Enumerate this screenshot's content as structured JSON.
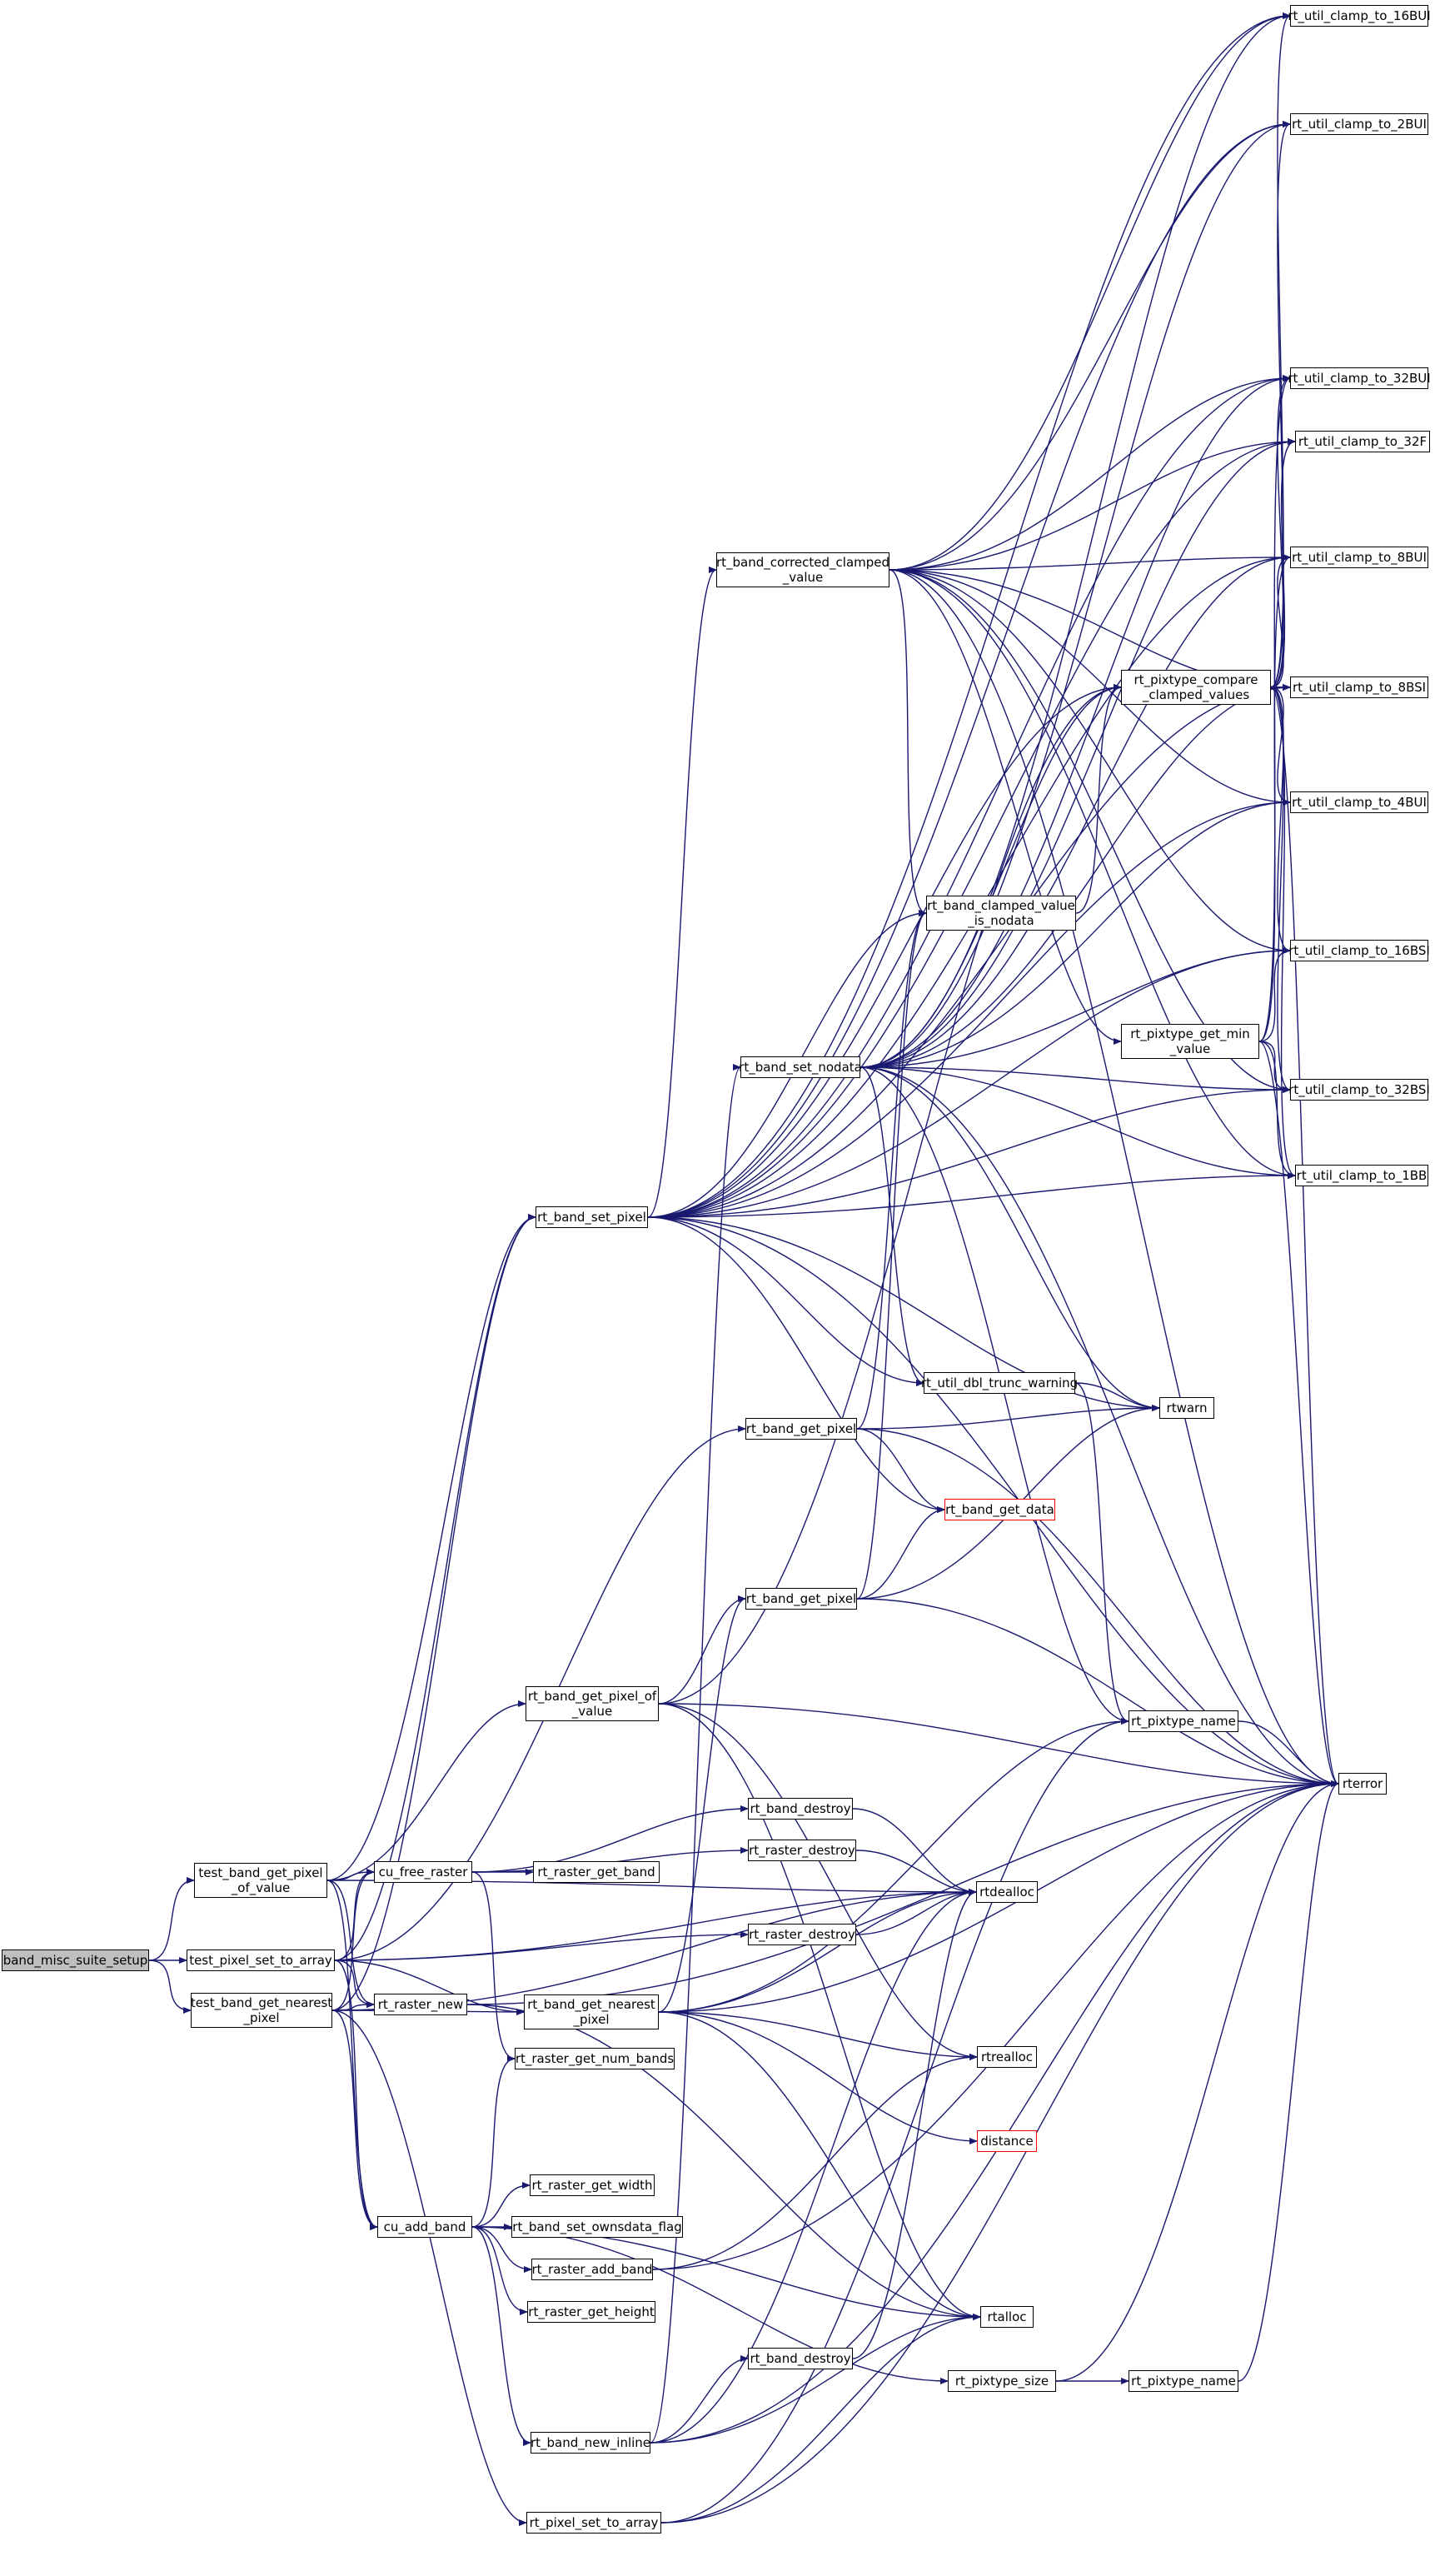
{
  "graph": {
    "edge_color": "#191970",
    "root_fill": "#bfbfbf",
    "truncated_border": "#ff0000",
    "nodes": {
      "setup": {
        "lines": [
          "band_misc_suite_setup"
        ],
        "root": true
      },
      "t_value": {
        "lines": [
          "test_band_get_pixel",
          "_of_value"
        ]
      },
      "t_set": {
        "lines": [
          "test_pixel_set_to_array"
        ]
      },
      "t_nearest": {
        "lines": [
          "test_band_get_nearest",
          "_pixel"
        ]
      },
      "set_pixel": {
        "lines": [
          "rt_band_set_pixel"
        ]
      },
      "corrected": {
        "lines": [
          "rt_band_corrected_clamped",
          "_value"
        ]
      },
      "set_nodata": {
        "lines": [
          "rt_band_set_nodata"
        ]
      },
      "get_pixel1": {
        "lines": [
          "rt_band_get_pixel"
        ]
      },
      "get_pixel2": {
        "lines": [
          "rt_band_get_pixel"
        ]
      },
      "pixel_of_value": {
        "lines": [
          "rt_band_get_pixel_of",
          "_value"
        ]
      },
      "cu_free": {
        "lines": [
          "cu_free_raster"
        ]
      },
      "raster_new": {
        "lines": [
          "rt_raster_new"
        ]
      },
      "cu_add_band": {
        "lines": [
          "cu_add_band"
        ]
      },
      "pixel_set_array": {
        "lines": [
          "rt_pixel_set_to_array"
        ]
      },
      "get_nearest": {
        "lines": [
          "rt_band_get_nearest",
          "_pixel"
        ]
      },
      "band_destroy1": {
        "lines": [
          "rt_band_destroy"
        ]
      },
      "raster_destroy1": {
        "lines": [
          "rt_raster_destroy"
        ]
      },
      "raster_destroy2": {
        "lines": [
          "rt_raster_destroy"
        ]
      },
      "raster_get_band": {
        "lines": [
          "rt_raster_get_band"
        ]
      },
      "num_bands": {
        "lines": [
          "rt_raster_get_num_bands"
        ]
      },
      "get_width": {
        "lines": [
          "rt_raster_get_width"
        ]
      },
      "ownsdata": {
        "lines": [
          "rt_band_set_ownsdata_flag"
        ]
      },
      "add_band": {
        "lines": [
          "rt_raster_add_band"
        ]
      },
      "get_height": {
        "lines": [
          "rt_raster_get_height"
        ]
      },
      "new_inline": {
        "lines": [
          "rt_band_new_inline"
        ]
      },
      "band_destroy2": {
        "lines": [
          "rt_band_destroy"
        ]
      },
      "clamped_nodata": {
        "lines": [
          "rt_band_clamped_value",
          "_is_nodata"
        ]
      },
      "dbl_trunc": {
        "lines": [
          "rt_util_dbl_trunc_warning"
        ]
      },
      "get_data": {
        "lines": [
          "rt_band_get_data"
        ],
        "truncated": true
      },
      "rtdealloc": {
        "lines": [
          "rtdealloc"
        ]
      },
      "rtrealloc": {
        "lines": [
          "rtrealloc"
        ]
      },
      "distance": {
        "lines": [
          "distance"
        ],
        "truncated": true
      },
      "rtalloc": {
        "lines": [
          "rtalloc"
        ]
      },
      "compare": {
        "lines": [
          "rt_pixtype_compare",
          "_clamped_values"
        ]
      },
      "get_min": {
        "lines": [
          "rt_pixtype_get_min",
          "_value"
        ]
      },
      "pixtype_name1": {
        "lines": [
          "rt_pixtype_name"
        ]
      },
      "pixtype_size": {
        "lines": [
          "rt_pixtype_size"
        ]
      },
      "pixtype_name2": {
        "lines": [
          "rt_pixtype_name"
        ]
      },
      "rtwarn": {
        "lines": [
          "rtwarn"
        ]
      },
      "rterror": {
        "lines": [
          "rterror"
        ]
      },
      "c16bui": {
        "lines": [
          "rt_util_clamp_to_16BUI"
        ]
      },
      "c2bui": {
        "lines": [
          "rt_util_clamp_to_2BUI"
        ]
      },
      "c32bui": {
        "lines": [
          "rt_util_clamp_to_32BUI"
        ]
      },
      "c32f": {
        "lines": [
          "rt_util_clamp_to_32F"
        ]
      },
      "c8bui": {
        "lines": [
          "rt_util_clamp_to_8BUI"
        ]
      },
      "c8bsi": {
        "lines": [
          "rt_util_clamp_to_8BSI"
        ]
      },
      "c4bui": {
        "lines": [
          "rt_util_clamp_to_4BUI"
        ]
      },
      "c16bsi": {
        "lines": [
          "rt_util_clamp_to_16BSI"
        ]
      },
      "c32bsi": {
        "lines": [
          "rt_util_clamp_to_32BSI"
        ]
      },
      "c1bb": {
        "lines": [
          "rt_util_clamp_to_1BB"
        ]
      }
    }
  }
}
